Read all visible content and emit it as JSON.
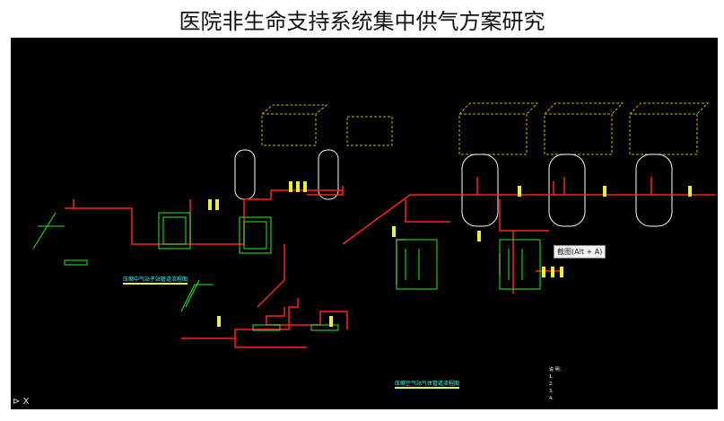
{
  "title": "医院非生命支持系统集中供气方案研究",
  "drawing": {
    "caption_left": "压缩中气站子站管道流程图",
    "caption_bottom": "压缩空气站气体管道流程图",
    "notes_heading": "说 明：",
    "notes": [
      "1.",
      "2.",
      "3.",
      "4."
    ],
    "axis_label": "X",
    "colors": {
      "background": "#000000",
      "pipe": "#ff2020",
      "equipment": "#22ee22",
      "tank": "#ffffff",
      "frame": "#c8b400"
    }
  },
  "tooltip": "截图(Alt + A)"
}
